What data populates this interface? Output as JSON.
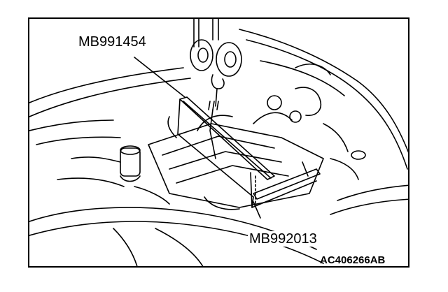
{
  "figure": {
    "callouts": {
      "lifting_device_tool": "MB991454",
      "engine_hanger_tool": "MB992013"
    },
    "figure_id": "AC406266AB"
  },
  "colors": {
    "ink": "#000000",
    "paper": "#ffffff"
  }
}
